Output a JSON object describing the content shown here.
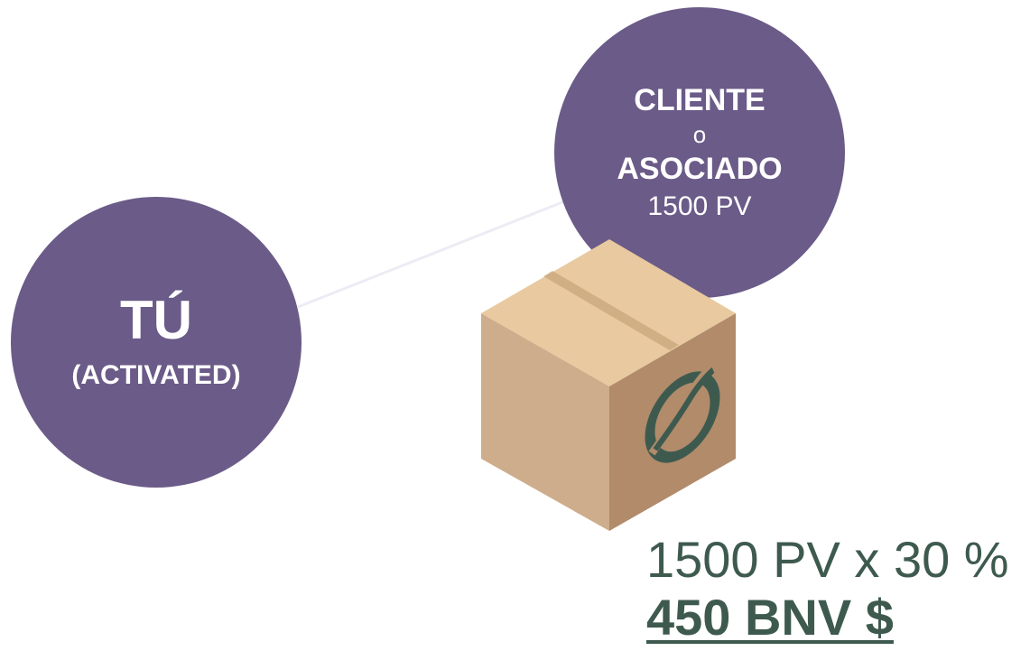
{
  "you": {
    "title": "TÚ",
    "status": "(ACTIVATED)"
  },
  "client": {
    "line1": "CLIENTE",
    "or": "o",
    "line2": "ASOCIADO",
    "pv": "1500 PV"
  },
  "calculation": {
    "formula": "1500 PV x 30 %",
    "result": "450 BNV $"
  },
  "colors": {
    "circle": "#6b5b88",
    "text_green": "#3e5a4f",
    "box_top": "#e8c9a0",
    "box_left": "#cdad8b",
    "box_right": "#b18b6a",
    "logo": "#3e5a4f",
    "connector": "#ececf4"
  },
  "icons": {
    "box_logo": "recycle-leaf-icon"
  }
}
